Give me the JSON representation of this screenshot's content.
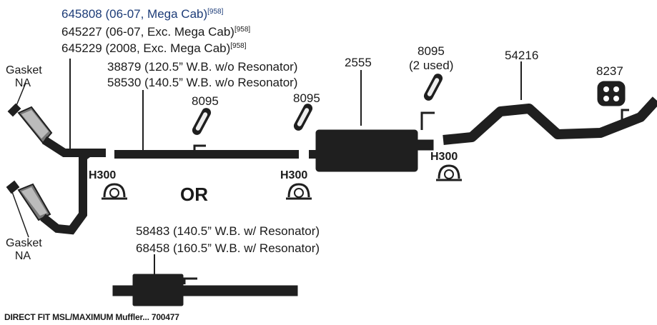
{
  "part_links": [
    {
      "part": "645808",
      "desc": "(06-07, Mega Cab)",
      "note": "[958]"
    },
    {
      "part": "645227",
      "desc": "(06-07, Exc. Mega Cab)",
      "note": "[958]"
    },
    {
      "part": "645229",
      "desc": "(2008, Exc. Mega Cab)",
      "note": "[958]"
    }
  ],
  "labels": {
    "gasket_top": "Gasket",
    "gasket_top_na": "NA",
    "gasket_bottom": "Gasket",
    "gasket_bottom_na": "NA",
    "pipe_120": "38879 (120.5” W.B. w/o Resonator)",
    "pipe_140": "58530 (140.5” W.B. w/o Resonator)",
    "hanger_left": "8095",
    "hanger_mid": "8095",
    "muffler": "2555",
    "hanger_right": "8095",
    "hanger_right_note": "(2 used)",
    "tailpipe": "54216",
    "tail_hanger": "8237",
    "clamp_left": "H300",
    "clamp_mid": "H300",
    "clamp_right": "H300",
    "or_text": "OR",
    "resonator_140": "58483 (140.5” W.B. w/ Resonator)",
    "resonator_160": "68458 (160.5” W.B. w/ Resonator)",
    "footer": "DIRECT FIT MSL/MAXIMUM Muffler... 700477"
  },
  "colors": {
    "pipe": "#1f1f1f",
    "link": "#1d3c78",
    "text": "#1a1a1a"
  }
}
